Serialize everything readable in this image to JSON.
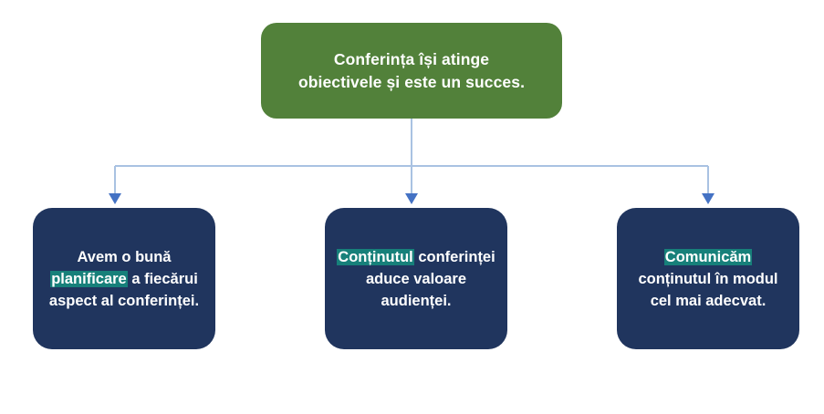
{
  "diagram": {
    "type": "tree",
    "orientation": "top-down",
    "background_color": "#FFFFFF",
    "root": {
      "id": "root",
      "label": "Conferința își atinge obiectivele și este un succes.",
      "line1": "Conferința își atinge",
      "line2": "obiectivele și este un succes.",
      "fill_color": "#52813A",
      "text_color": "#FFFFFF"
    },
    "children": [
      {
        "id": "leaf-1",
        "fill_color": "#20355E",
        "text_color": "#FFFFFF",
        "highlight_color": "#17807A",
        "full_text": "Avem o bună planificare a fiecărui aspect al conferinței.",
        "segments": [
          {
            "text": "Avem o bună ",
            "highlight": false
          },
          {
            "text": "planificare",
            "highlight": true
          },
          {
            "text": " a fiecărui aspect al conferinței.",
            "highlight": false
          }
        ]
      },
      {
        "id": "leaf-2",
        "fill_color": "#20355E",
        "text_color": "#FFFFFF",
        "highlight_color": "#17807A",
        "full_text": "Conținutul conferinței aduce valoare audienței.",
        "segments": [
          {
            "text": "Conținutul",
            "highlight": true
          },
          {
            "text": " conferinței aduce valoare audienței.",
            "highlight": false
          }
        ]
      },
      {
        "id": "leaf-3",
        "fill_color": "#20355E",
        "text_color": "#FFFFFF",
        "highlight_color": "#17807A",
        "full_text": "Comunicăm conținutul în modul cel mai adecvat.",
        "segments": [
          {
            "text": "Comunicăm",
            "highlight": true
          },
          {
            "text": " conținutul în modul cel mai adecvat.",
            "highlight": false
          }
        ]
      }
    ],
    "connectors": {
      "line_color": "#A9C2E2",
      "arrow_color": "#4472C4",
      "line_width": 2
    }
  }
}
